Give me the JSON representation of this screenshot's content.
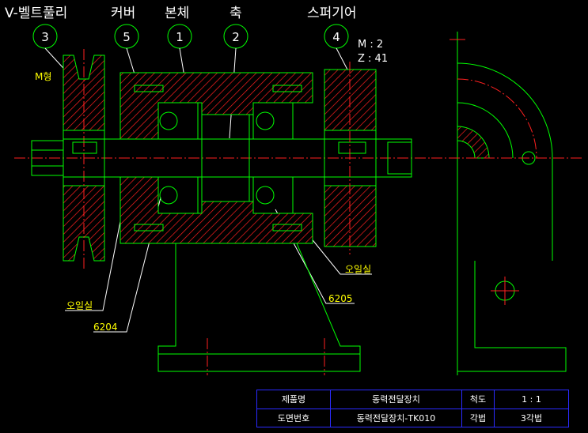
{
  "parts": [
    {
      "name": "V-벨트풀리",
      "number": "3"
    },
    {
      "name": "커버",
      "number": "5"
    },
    {
      "name": "본체",
      "number": "1"
    },
    {
      "name": "축",
      "number": "2"
    },
    {
      "name": "스퍼기어",
      "number": "4"
    }
  ],
  "gear_spec": {
    "module": "M : 2",
    "teeth": "Z : 41"
  },
  "belt_type": "M형",
  "notes": {
    "oil_seal_right": "오일실",
    "oil_seal_left": "오일실",
    "bearing_right": "6205",
    "bearing_left": "6204"
  },
  "title_block": {
    "product_label": "제품명",
    "product_value": "동력전달장치",
    "scale_label": "척도",
    "scale_value": "1 : 1",
    "drawing_no_label": "도면번호",
    "drawing_no_value": "동력전달장치-TK010",
    "projection_label": "각법",
    "projection_value": "3각법"
  },
  "colors": {
    "outline": "#00ff00",
    "centerline": "#ff2020",
    "leader": "#ffffff",
    "note": "#ffff00",
    "table_border": "#2b2bff"
  }
}
